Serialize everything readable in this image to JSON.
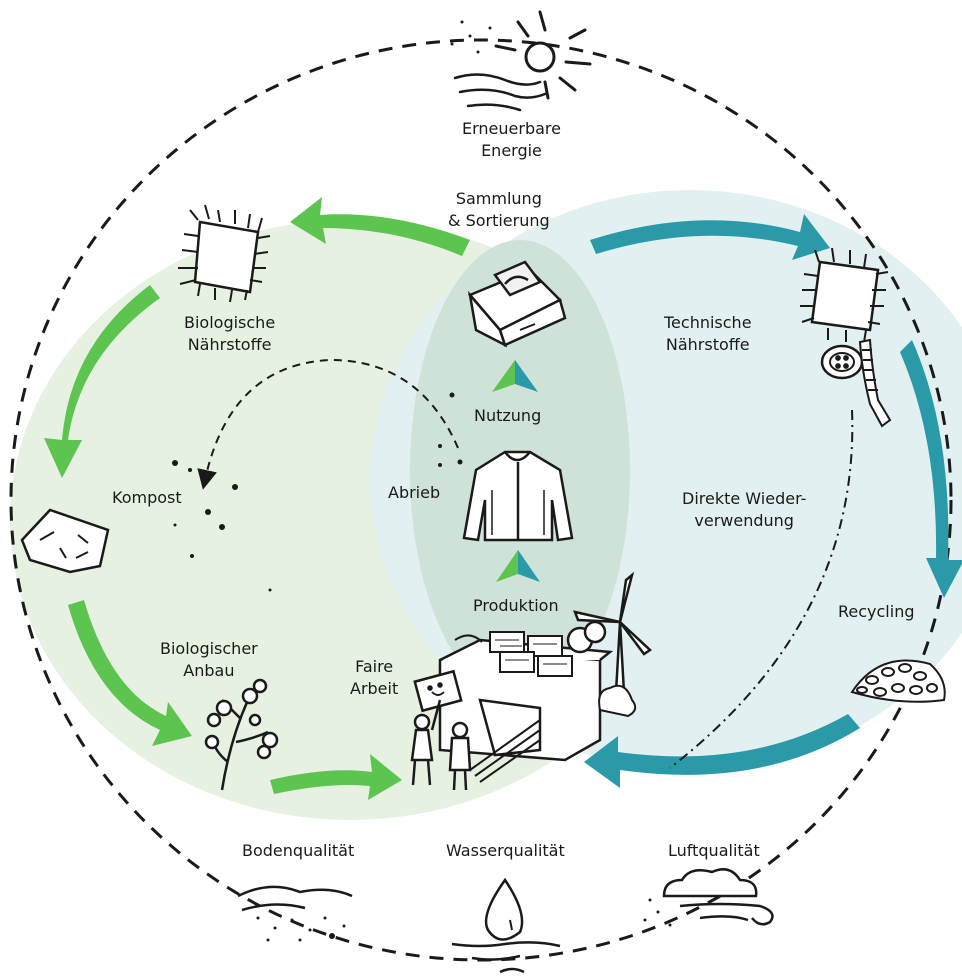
{
  "labels": {
    "renewable_energy": [
      "Erneuerbare",
      "Energie"
    ],
    "collection_sorting": [
      "Sammlung",
      "& Sortierung"
    ],
    "biological_nutrients": [
      "Biologische",
      "Nährstoffe"
    ],
    "technical_nutrients": [
      "Technische",
      "Nährstoffe"
    ],
    "use": "Nutzung",
    "abrasion": "Abrieb",
    "compost": "Kompost",
    "direct_reuse": [
      "Direkte Wieder-",
      "verwendung"
    ],
    "production": "Produktion",
    "recycling": "Recycling",
    "organic_farming": [
      "Biologischer",
      "Anbau"
    ],
    "fair_work": [
      "Faire",
      "Arbeit"
    ],
    "soil_quality": "Bodenqualität",
    "water_quality": "Wasserqualität",
    "air_quality": "Luftqualität"
  },
  "colors": {
    "bio_fill": "#e6f1e1",
    "tech_fill": "#e3f0f1",
    "overlap_fill": "#cfe2d7",
    "green_arrow": "#5cc44f",
    "teal_arrow": "#2b9aa8",
    "ink": "#1a1a1a"
  },
  "icons": [
    "sun-icon",
    "fabric-scrap-icon",
    "sorting-box-icon",
    "button-icon",
    "zipper-icon",
    "jacket-icon",
    "crumpled-paper-icon",
    "cotton-plant-icon",
    "factory-icon",
    "wind-turbine-icon",
    "shredded-fibers-icon",
    "soil-icon",
    "water-drop-icon",
    "wind-cloud-icon"
  ]
}
